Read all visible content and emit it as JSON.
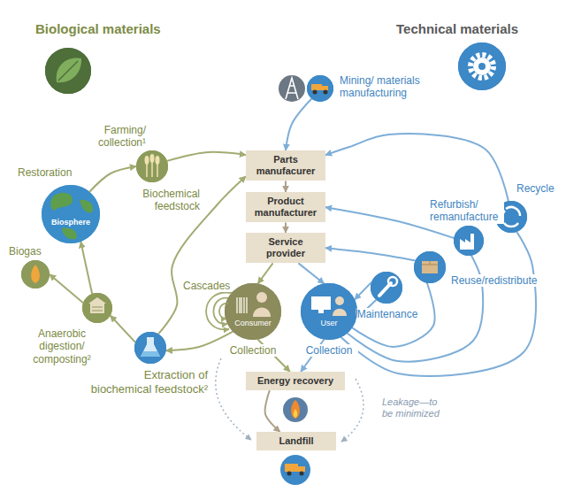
{
  "diagram": {
    "nodes": [
      {
        "text": [
          "Biological materials"
        ]
      },
      {
        "text": [
          "Technical materials"
        ]
      },
      {
        "text": [
          "Mining/ materials manufacturing"
        ]
      },
      {
        "text": [
          "Farming/ collection¹"
        ]
      },
      {
        "text": [
          "Restoration",
          "Biosphere"
        ]
      },
      {
        "text": [
          "Parts manufacurer"
        ]
      },
      {
        "text": [
          "Product manufacturer"
        ]
      },
      {
        "text": [
          "Service provider"
        ]
      },
      {
        "text": [
          "Recycle"
        ]
      },
      {
        "text": [
          "Refurbish/ remanufacture"
        ]
      },
      {
        "text": [
          "Biogas"
        ]
      },
      {
        "text": [
          "Reuse/redistribute"
        ]
      },
      {
        "text": [
          "Maintenance"
        ]
      },
      {
        "text": [
          "Anaerobic digestion/ composting²"
        ]
      },
      {
        "text": [
          "Consumer",
          "Collection"
        ]
      },
      {
        "text": [
          "User",
          "Collection"
        ]
      },
      {
        "text": [
          "Extraction of biochemical feedstock²"
        ]
      },
      {
        "text": [
          "Energy recovery"
        ]
      },
      {
        "text": [
          "Landfill"
        ]
      }
    ],
    "edges": [
      {
        "from": 3,
        "to": 5,
        "arrow": "to"
      },
      {
        "from": 16,
        "to": 5,
        "label": "Biochemical feedstock",
        "arrow": "to"
      },
      {
        "from": 2,
        "to": 5,
        "arrow": "to"
      },
      {
        "from": 5,
        "to": 6,
        "arrow": "to"
      },
      {
        "from": 6,
        "to": 7,
        "arrow": "to"
      },
      {
        "from": 7,
        "to": 14,
        "arrow": "to"
      },
      {
        "from": 7,
        "to": 15,
        "arrow": "to"
      },
      {
        "from": 14,
        "to": 16,
        "arrow": "to"
      },
      {
        "from": 16,
        "to": 13,
        "arrow": "to"
      },
      {
        "from": 13,
        "to": 10,
        "arrow": "to"
      },
      {
        "from": 13,
        "to": 4,
        "arrow": "to"
      },
      {
        "from": 4,
        "to": 3,
        "arrow": "to"
      },
      {
        "from": 14,
        "to": 17,
        "arrow": "to"
      },
      {
        "from": 15,
        "to": 17,
        "arrow": "to"
      },
      {
        "from": 17,
        "to": 18,
        "arrow": "to"
      },
      {
        "from": 15,
        "to": 12,
        "arrow": "none"
      },
      {
        "from": 12,
        "to": 15,
        "arrow": "to"
      },
      {
        "from": 15,
        "to": 11,
        "arrow": "none"
      },
      {
        "from": 11,
        "to": 7,
        "arrow": "to"
      },
      {
        "from": 15,
        "to": 9,
        "arrow": "none"
      },
      {
        "from": 9,
        "to": 6,
        "arrow": "to"
      },
      {
        "from": 15,
        "to": 8,
        "arrow": "none"
      },
      {
        "from": 8,
        "to": 5,
        "arrow": "to"
      }
    ],
    "labels": [
      "Cascades",
      "Leakage—to be minimized"
    ]
  }
}
